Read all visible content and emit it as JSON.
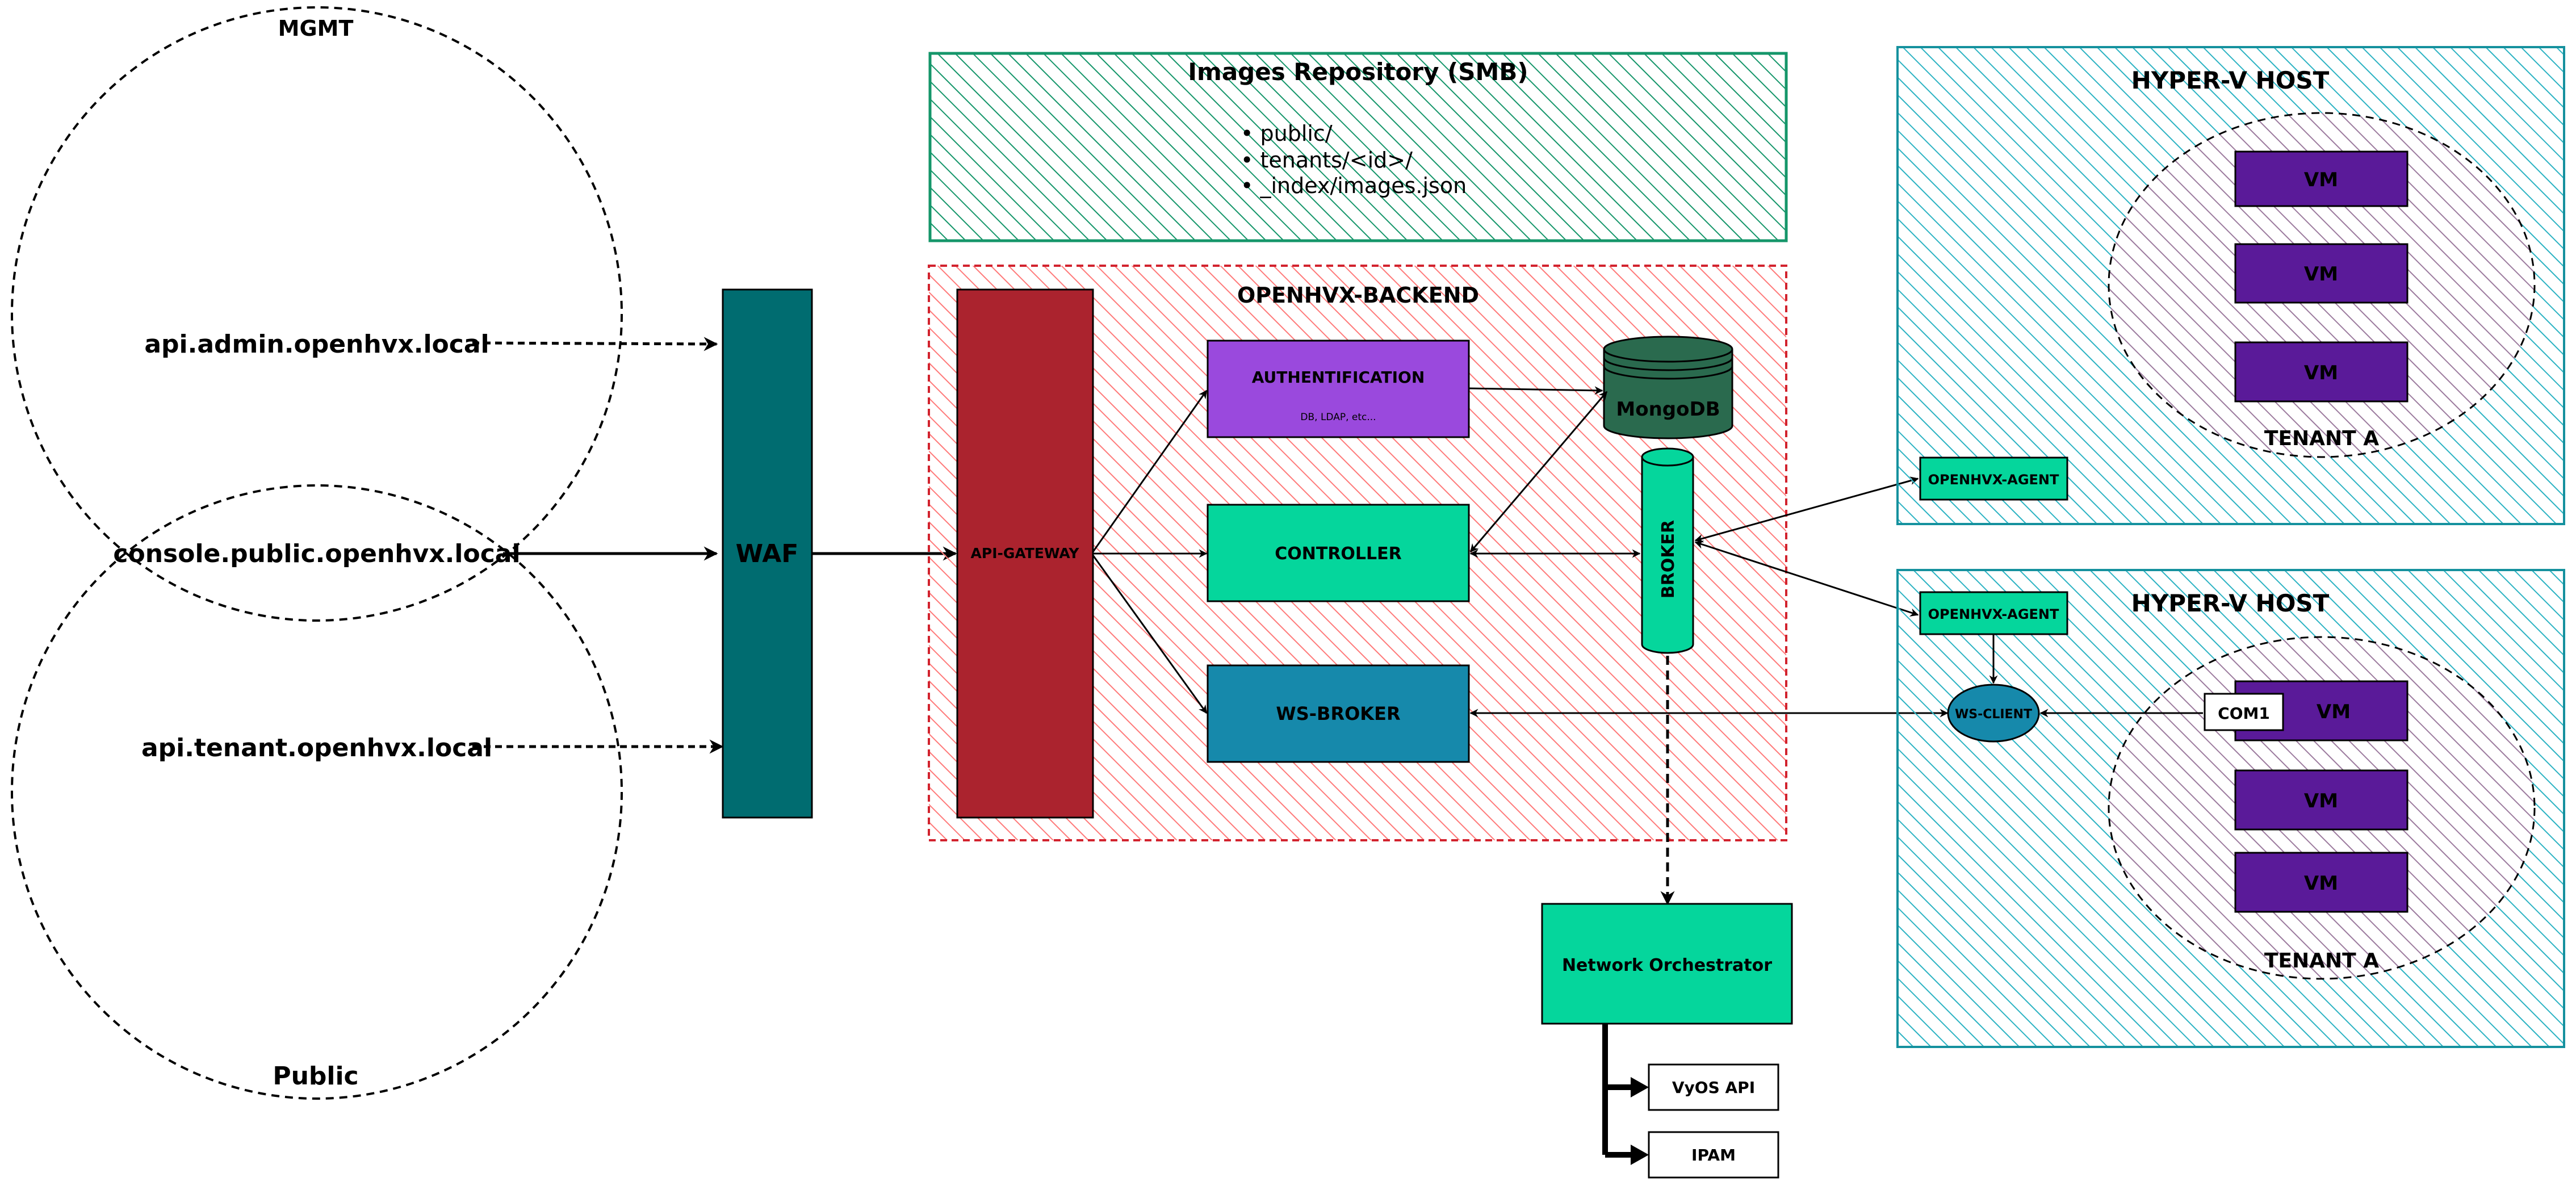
{
  "zones": {
    "mgmt": "MGMT",
    "public": "Public"
  },
  "domains": {
    "admin": "api.admin.openhvx.local",
    "console": "console.public.openhvx.local",
    "tenant": "api.tenant.openhvx.local"
  },
  "waf": "WAF",
  "repo": {
    "title": "Images Repository (SMB)",
    "items": [
      "• public/",
      "• tenants/<id>/",
      "• _index/images.json"
    ]
  },
  "backend": {
    "title": "OPENHVX-BACKEND",
    "gateway": "API-GATEWAY",
    "auth": "AUTHENTIFICATION",
    "auth_sub": "DB, LDAP, etc...",
    "controller": "CONTROLLER",
    "wsbroker": "WS-BROKER",
    "mongodb": "MongoDB",
    "broker": "BROKER"
  },
  "orchestrator": {
    "label": "Network Orchestrator",
    "vyos": "VyOS API",
    "ipam": "IPAM"
  },
  "hosts": {
    "host1": {
      "title": "HYPER-V HOST",
      "agent": "OPENHVX-AGENT",
      "tenant": "TENANT A",
      "vms": [
        "VM",
        "VM",
        "VM"
      ]
    },
    "host2": {
      "title": "HYPER-V HOST",
      "agent": "OPENHVX-AGENT",
      "wsclient": "WS-CLIENT",
      "com1": "COM1",
      "tenant": "TENANT A",
      "vms": [
        "VM",
        "VM",
        "VM"
      ]
    }
  },
  "colors": {
    "waf": "#006c70",
    "gateway": "#ab232e",
    "auth": "#9a49dd",
    "controller": "#05d69c",
    "wsbroker": "#1689ab",
    "mongodb": "#2a6a4e",
    "vm": "#5a1a99",
    "repo_hatch": "#15966a",
    "backend_hatch": "#ff7a7a",
    "host_hatch": "#2cb3c3",
    "tenant_hatch": "#9c7b9e"
  }
}
